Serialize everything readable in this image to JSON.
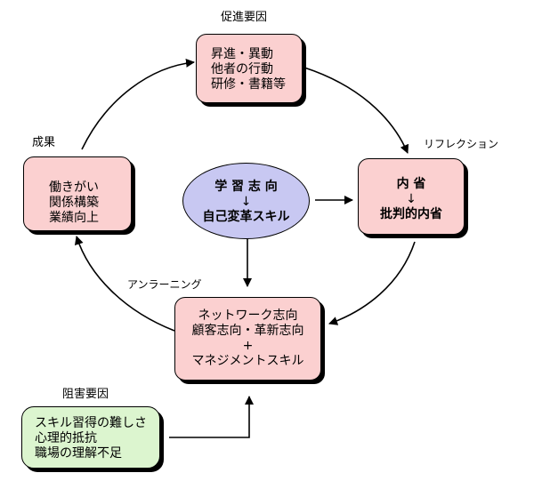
{
  "titles": {
    "promoting_factors": "促進要因",
    "results": "成果",
    "reflection": "リフレクション",
    "unlearning": "アンラーニング",
    "inhibiting_factors": "阻害要因"
  },
  "boxes": {
    "promotion": [
      "昇進・異動",
      "他者の行動",
      "研修・書籍等"
    ],
    "results": [
      "働きがい",
      "関係構築",
      "業績向上"
    ],
    "introspection": [
      "内 省",
      "↓",
      "批判的内省"
    ],
    "network": [
      "ネットワーク志向",
      "顧客志向・革新志向",
      "+",
      "マネジメントスキル"
    ],
    "obstacles": [
      "スキル習得の難しさ",
      "心理的抵抗",
      "職場の理解不足"
    ]
  },
  "center": [
    "学 習 志 向",
    "↓",
    "自己変革スキル"
  ],
  "colors": {
    "box_fill": "#fbd0d0",
    "ellipse_fill": "#c8c8f2",
    "obstacle_fill": "#dcf5cf",
    "stroke": "#000000"
  }
}
